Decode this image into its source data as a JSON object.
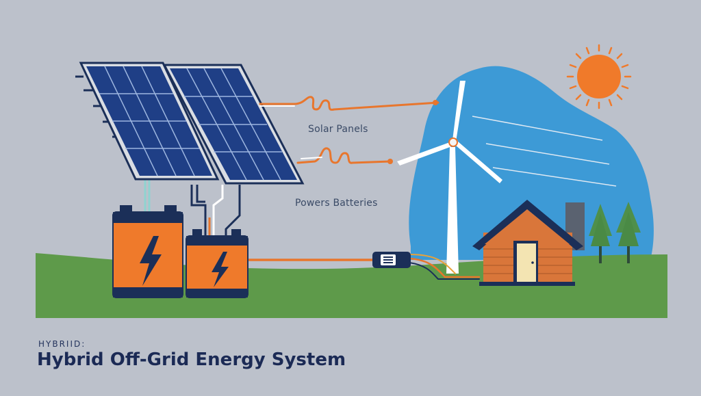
{
  "diagram": {
    "labels": {
      "solar_panels": "Solar Panels",
      "powers_batteries": "Powers Batteries"
    },
    "caption": {
      "kicker": "HYBRIID:",
      "title": "Hybrid Off-Grid Energy System"
    },
    "colors": {
      "background": "#bcc1cb",
      "sky": "#3d9ad6",
      "ground": "#5e9a4a",
      "battery": "#ef7a2b",
      "panel": "#1f3f86",
      "sun": "#f07a2a",
      "house_wall": "#d9763a",
      "roof": "#1b2f58",
      "wire": "#e8762d",
      "text_dark": "#1b2a55"
    },
    "icons": [
      "solar-panel-icon",
      "battery-icon",
      "lightning-bolt-icon",
      "wind-turbine-icon",
      "sun-icon",
      "house-icon",
      "tree-icon",
      "inverter-icon"
    ]
  }
}
